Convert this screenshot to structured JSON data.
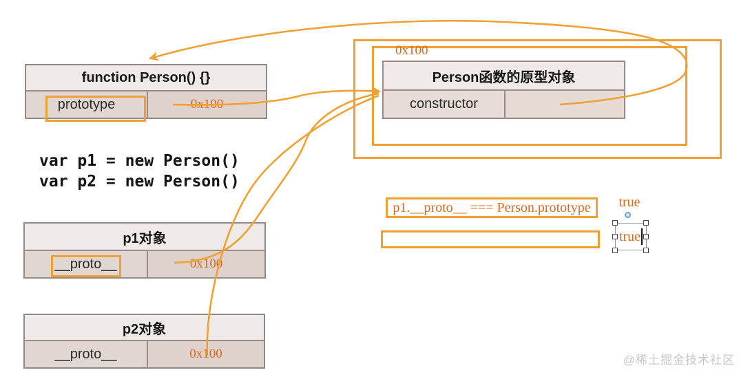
{
  "function_box": {
    "title": "function Person() {}",
    "key": "prototype",
    "value": "0x100"
  },
  "code": {
    "line1": "var p1 = new Person()",
    "line2": "var p2 = new Person()"
  },
  "p1_box": {
    "title": "p1对象",
    "key": "__proto__",
    "value": "0x100"
  },
  "p2_box": {
    "title": "p2对象",
    "key": "__proto__",
    "value": "0x100"
  },
  "prototype_object": {
    "address": "0x100",
    "title": "Person函数的原型对象",
    "key": "constructor",
    "value": ""
  },
  "comparison": {
    "expression": "p1.__proto__ === Person.prototype",
    "result": "true"
  },
  "editing_textbox": {
    "value": "true"
  },
  "watermark": "@稀土掘金技术社区",
  "colors": {
    "accent_orange": "#f0a032",
    "orange_text": "#e2671c",
    "table_header_bg": "#efe9e7",
    "table_key_bg": "#e0d6d2",
    "table_value_bg": "#dfd2cc"
  }
}
